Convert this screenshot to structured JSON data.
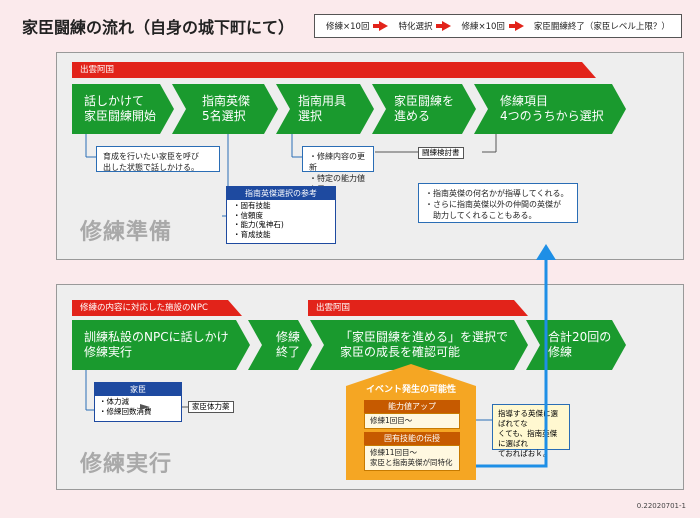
{
  "title": "家臣闘練の流れ（自身の城下町にて）",
  "legend": {
    "step1": "修練×10回",
    "step2": "特化選択",
    "step3": "修練×10回",
    "step4": "家臣闘練終了（家臣レベル上限？）",
    "arrow_color": "#e2231a"
  },
  "prep": {
    "bar_label": "出雲阿国",
    "chevrons": [
      {
        "line1": "話しかけて",
        "line2": "家臣闘練開始"
      },
      {
        "line1": "指南英傑",
        "line2": "5名選択"
      },
      {
        "line1": "指南用具",
        "line2": "選択"
      },
      {
        "line1": "家臣闘練を",
        "line2": "進める"
      },
      {
        "line1": "修練項目",
        "line2": "4つのうちから選択"
      }
    ],
    "note1": [
      "育成を行いたい家臣を呼び",
      "出した状態で話しかける。"
    ],
    "note2": [
      "・修練内容の更新",
      "・特定の能力値上昇"
    ],
    "tag_plan": "闘練検討書",
    "ref_head": "指南英傑選択の参考",
    "ref_items": [
      "・固有技能",
      "・信頼度",
      "・能力(鬼神石)",
      "・育成技能"
    ],
    "note3": [
      "・指南英傑の何名かが指導してくれる。",
      "・さらに指南英傑以外の仲間の英傑が",
      "　助力してくれることもある。"
    ],
    "watermark": "修練準備",
    "green": "#1a9a2e"
  },
  "exec": {
    "bar_left": "修練の内容に対応した施設のNPC",
    "bar_right": "出雲阿国",
    "chevrons": [
      {
        "line1": "訓練私設のNPCに話しかけ",
        "line2": "修練実行"
      },
      {
        "line1": "修練",
        "line2": "終了"
      },
      {
        "line1": "「家臣闘練を進める」を選択で",
        "line2": "家臣の成長を確認可能"
      },
      {
        "line1": "合計20回の",
        "line2": "修練"
      }
    ],
    "vassal_head": "家臣",
    "vassal_items": [
      "・体力減",
      "・修練回数消費"
    ],
    "tag_hp": "家臣体力薬",
    "event_head": "イベント発生の可能性",
    "event1_head": "能力値アップ",
    "event1_text": "修練1回目～",
    "event2_head": "固有技能の伝授",
    "event2_lines": [
      "修練11回目～",
      "家臣と指南英傑が同特化"
    ],
    "note_yellow": [
      "指導する英傑に選ばれてな",
      "くても、指南英傑に選ばれ",
      "ておればおｋ。"
    ],
    "watermark": "修練実行",
    "blue": "#1e8fe6",
    "orange": "#f5a623"
  },
  "footer": "0.22020701-1"
}
